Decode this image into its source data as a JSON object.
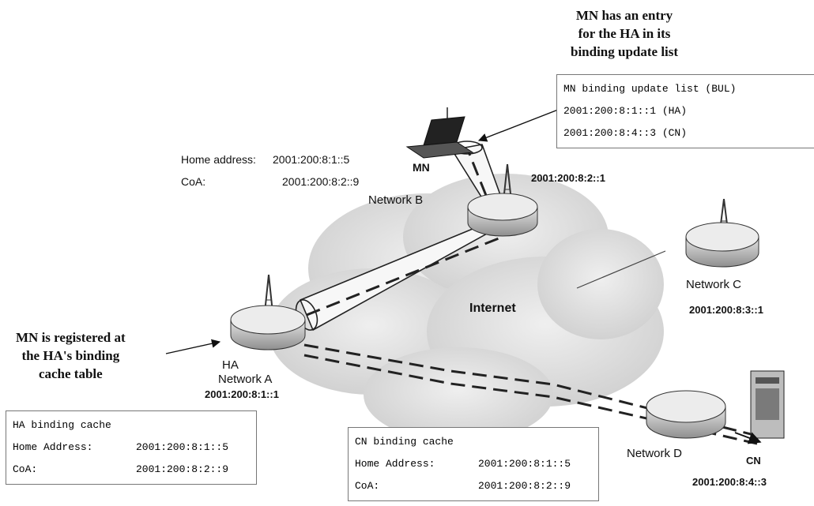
{
  "notes": {
    "mn_bul_note": "MN has an entry\nfor the HA in its\nbinding update list",
    "ha_cache_note": "MN is registered at\nthe HA's binding\ncache table"
  },
  "cloud_label": "Internet",
  "nodes": {
    "mn": {
      "label": "MN",
      "home_label": "Home address:",
      "home_address": "2001:200:8:1::5",
      "coa_label": "CoA:",
      "coa": "2001:200:8:2::9"
    },
    "network_b": {
      "label": "Network B",
      "address": "2001:200:8:2::1"
    },
    "network_c": {
      "label": "Network C",
      "address": "2001:200:8:3::1"
    },
    "ha": {
      "label": "HA",
      "network_label": "Network A",
      "address": "2001:200:8:1::1"
    },
    "network_d": {
      "label": "Network D"
    },
    "cn": {
      "label": "CN",
      "address": "2001:200:8:4::3"
    }
  },
  "tables": {
    "bul": {
      "title": "MN binding update list (BUL)",
      "rows": [
        "2001:200:8:1::1 (HA)",
        "2001:200:8:4::3 (CN)"
      ]
    },
    "ha_cache": {
      "title": "HA binding cache",
      "rows": [
        {
          "key": "Home Address:",
          "value": "2001:200:8:1::5"
        },
        {
          "key": "CoA:",
          "value": "2001:200:8:2::9"
        }
      ]
    },
    "cn_cache": {
      "title": "CN binding cache",
      "rows": [
        {
          "key": "Home Address:",
          "value": "2001:200:8:1::5"
        },
        {
          "key": "CoA:",
          "value": "2001:200:8:2::9"
        }
      ]
    }
  }
}
